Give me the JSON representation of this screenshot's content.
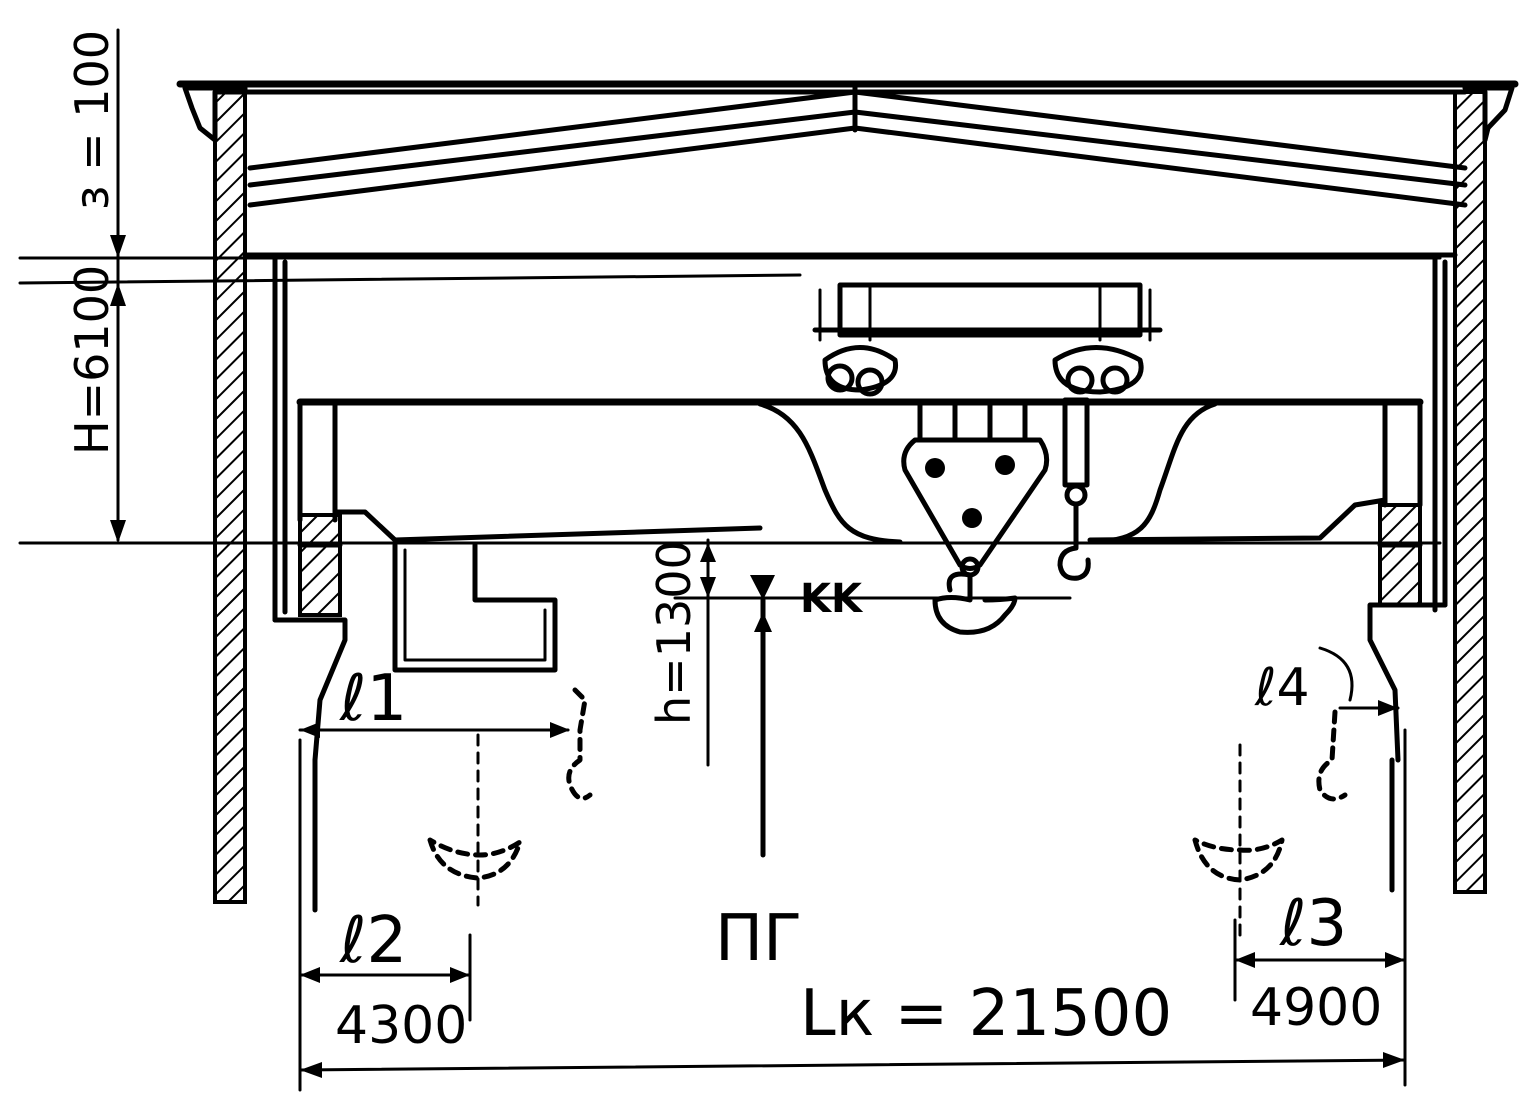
{
  "labels": {
    "z_dim": "ɜ = 100",
    "H_dim": "H=6100",
    "h_dim": "h=1300",
    "kk": "KK",
    "pg": "ПГ",
    "l1": "ℓ1",
    "l2": "ℓ2",
    "l3": "ℓ3",
    "l4": "ℓ4",
    "dim_4300": "4300",
    "dim_4900": "4900",
    "Lk_dim": "Lк = 21500"
  },
  "colors": {
    "ink": "#000000",
    "paper": "#ffffff"
  }
}
